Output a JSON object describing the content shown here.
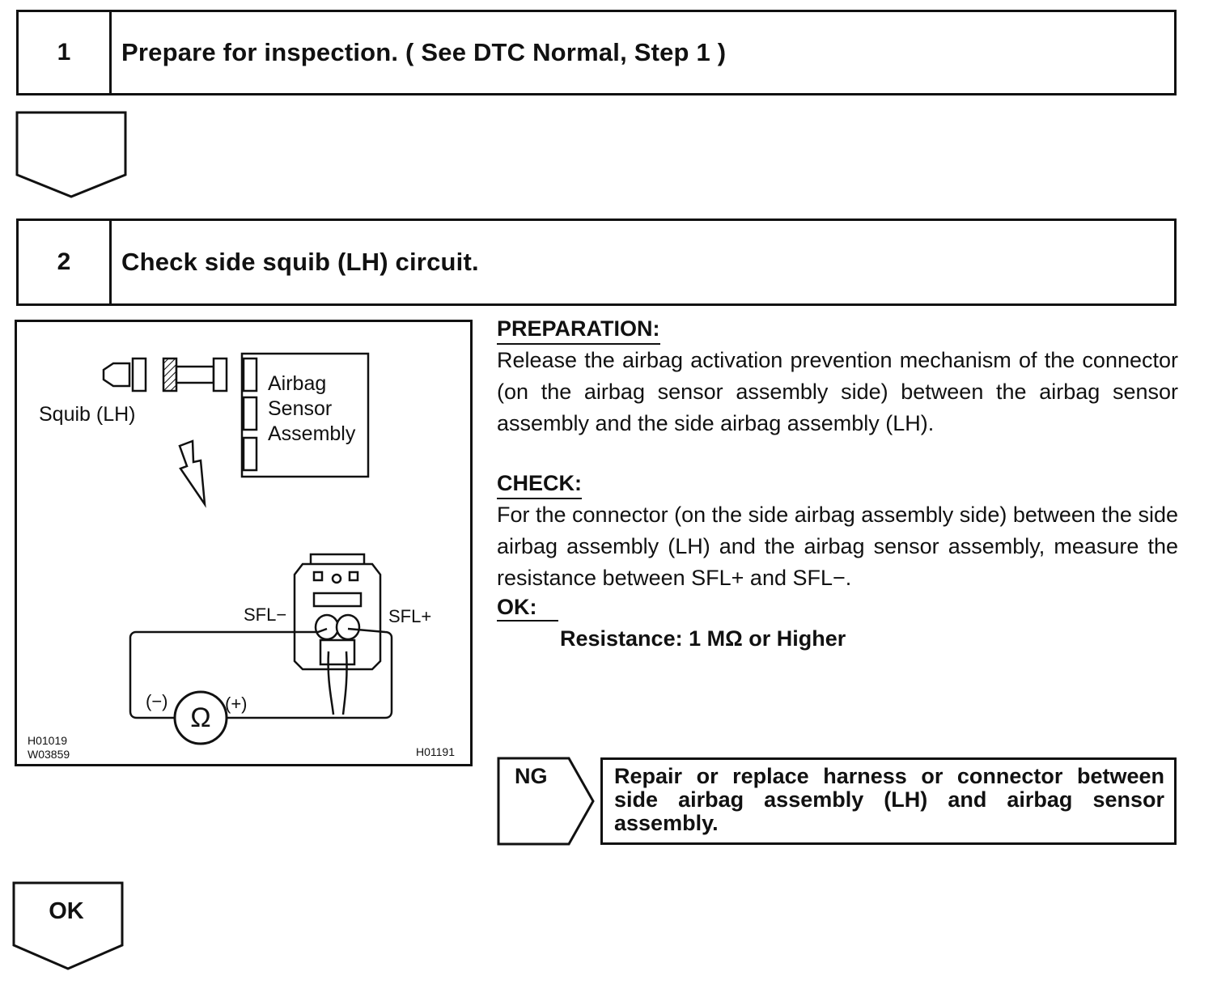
{
  "step1": {
    "number": "1",
    "title": "Prepare for inspection. ( See DTC Normal, Step 1 )"
  },
  "step2": {
    "number": "2",
    "title": "Check side squib (LH) circuit."
  },
  "figure": {
    "squib_label": "Squib (LH)",
    "sensor_label_line1": "Airbag",
    "sensor_label_line2": "Sensor",
    "sensor_label_line3": "Assembly",
    "terminal_minus": "SFL−",
    "terminal_plus": "SFL+",
    "probe_minus": "(−)",
    "probe_plus": "(+)",
    "ohmmeter_symbol": "Ω",
    "code_1": "H01019",
    "code_2": "W03859",
    "code_3": "H01191"
  },
  "preparation": {
    "heading": "PREPARATION:",
    "text": "Release the airbag activation prevention mechanism of the connector (on the airbag sensor assembly side) between the airbag sensor assembly and the side airbag assembly (LH)."
  },
  "check": {
    "heading": "CHECK:",
    "text": "For the connector (on the side airbag assembly side) between the side airbag assembly (LH) and the airbag sensor assembly, measure the resistance between SFL+ and SFL−."
  },
  "ok": {
    "heading": "OK:",
    "spec": "Resistance: 1 MΩ or Higher"
  },
  "ng": {
    "label": "NG",
    "action": "Repair or replace harness or connector between side airbag assembly (LH) and airbag sensor assembly."
  },
  "ok_flow": {
    "label": "OK"
  }
}
